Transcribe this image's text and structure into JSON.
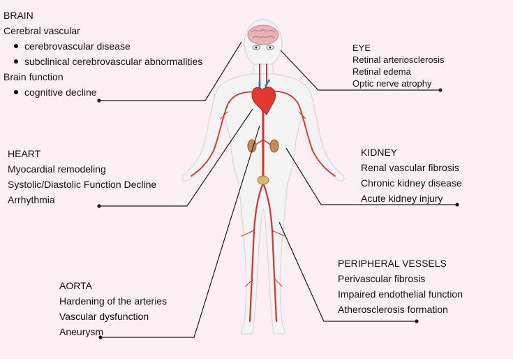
{
  "brain": {
    "title": "BRAIN",
    "sections": [
      {
        "heading": "Cerebral vascular",
        "items": [
          "cerebrovascular disease",
          "subclinical cerebrovascular abnormalities"
        ]
      },
      {
        "heading": "Brain function",
        "items": [
          "cognitive decline"
        ]
      }
    ]
  },
  "eye": {
    "title": "EYE",
    "items": [
      "Retinal arteriosclerosis",
      "Retinal edema",
      "Optic nerve atrophy"
    ]
  },
  "heart": {
    "title": "HEART",
    "items": [
      "Myocardial remodeling",
      "Systolic/Diastolic Function Decline",
      "Arrhythmia"
    ]
  },
  "kidney": {
    "title": "KIDNEY",
    "items": [
      "Renal vascular fibrosis",
      "Chronic kidney disease",
      "Acute kidney injury"
    ]
  },
  "peripheral": {
    "title": "PERIPHERAL VESSELS",
    "items": [
      "Perivascular fibrosis",
      "Impaired endothelial function",
      "Atherosclerosis formation"
    ]
  },
  "aorta": {
    "title": "AORTA",
    "items": [
      "Hardening of the arteries",
      "Vascular dysfunction",
      "Aneurysm"
    ]
  },
  "colors": {
    "background": "#fdf0f5",
    "artery": "#d9322a",
    "vein": "#2f7fd1",
    "heart": "#e2382f",
    "kidney": "#c98a52",
    "body": "#f3f3f3",
    "leader": "#1a1a1a"
  }
}
